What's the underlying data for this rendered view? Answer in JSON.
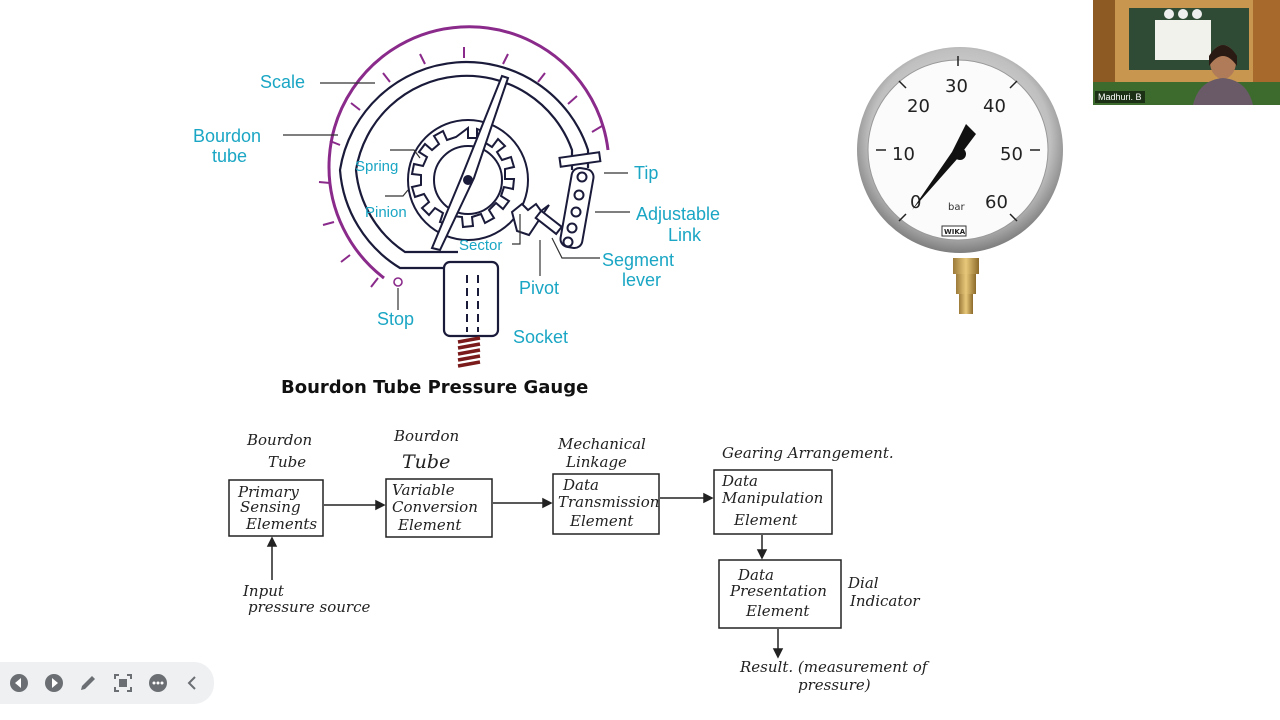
{
  "gauge_diagram": {
    "labels": {
      "scale": "Scale",
      "bourdon_tube_1": "Bourdon",
      "bourdon_tube_2": "tube",
      "spring": "Spring",
      "pinion": "Pinion",
      "sector": "Sector",
      "tip": "Tip",
      "adjustable_link_1": "Adjustable",
      "adjustable_link_2": "Link",
      "segment_lever_1": "Segment",
      "segment_lever_2": "lever",
      "pivot": "Pivot",
      "stop": "Stop",
      "socket": "Socket"
    },
    "title": "Bourdon Tube Pressure Gauge"
  },
  "dial_photo": {
    "numbers": [
      "0",
      "10",
      "20",
      "30",
      "40",
      "50",
      "60"
    ],
    "unit": "bar",
    "brand": "WIKA"
  },
  "block_diagram": {
    "blocks": [
      {
        "text": [
          "Primary",
          "Sensing",
          "Elements"
        ],
        "note": [
          "Bourdon",
          "Tube"
        ]
      },
      {
        "text": [
          "Variable",
          "Conversion",
          "Element"
        ],
        "note": [
          "Bourdon",
          "Tube"
        ]
      },
      {
        "text": [
          "Data",
          "Transmission",
          "Element"
        ],
        "note": [
          "Mechanical",
          "Linkage"
        ]
      },
      {
        "text": [
          "Data",
          "Manipulation",
          "Element"
        ],
        "note": [
          "Gearing Arrangement."
        ]
      },
      {
        "text": [
          "Data",
          "Presentation",
          "Element"
        ],
        "note": [
          "Dial",
          "Indicator"
        ]
      }
    ],
    "input": [
      "Input",
      "pressure source"
    ],
    "result": [
      "Result. (measurement of",
      "pressure)"
    ]
  },
  "webcam": {
    "name": "Madhuri. B"
  },
  "toolbar": {
    "icons": [
      "prev-slide-icon",
      "next-slide-icon",
      "pen-icon",
      "zoom-icon",
      "more-icon",
      "collapse-icon"
    ]
  }
}
